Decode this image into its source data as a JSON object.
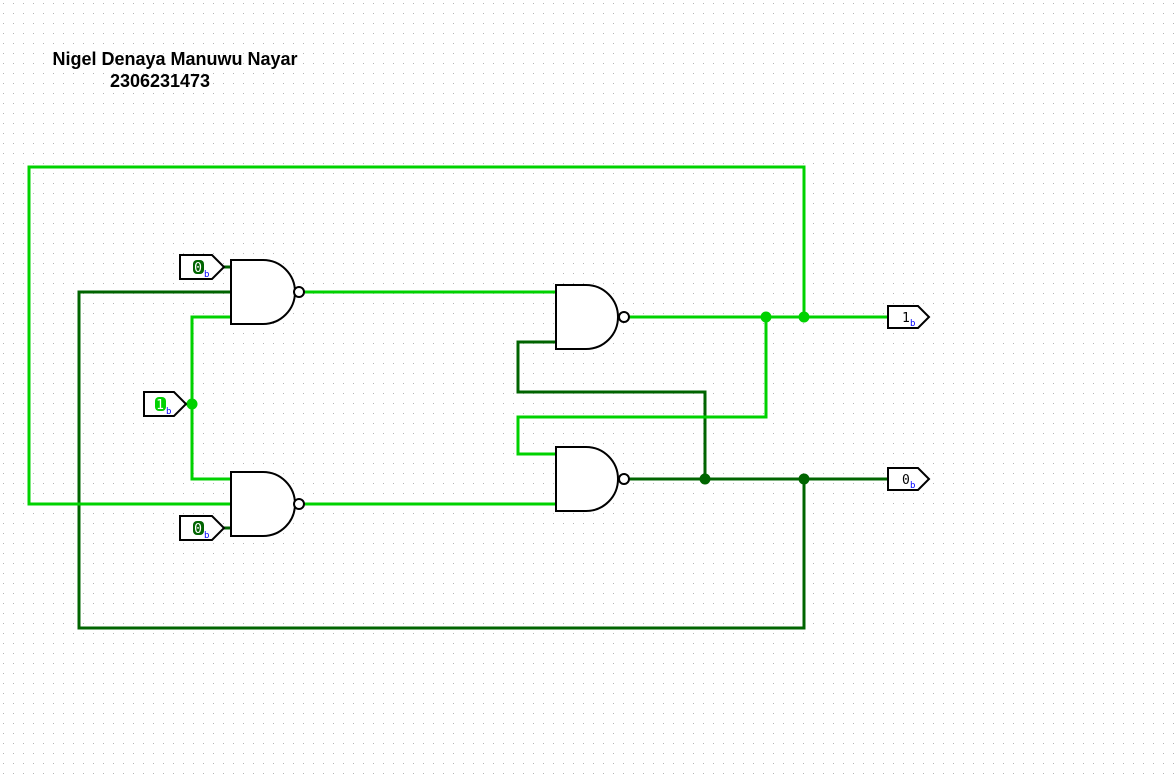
{
  "header": {
    "author": "Nigel Denaya Manuwu Nayar",
    "student_id": "2306231473"
  },
  "colors": {
    "wire_high": "#00d200",
    "wire_low": "#006400",
    "gate_stroke": "#000000",
    "grid_dot": "#b4b4b4",
    "output_value": "#000000",
    "radix_label": "#0000ff"
  },
  "circuit": {
    "inputs": [
      {
        "id": "in-top",
        "value": "0",
        "radix": "b"
      },
      {
        "id": "in-mid",
        "value": "1",
        "radix": "b"
      },
      {
        "id": "in-bottom",
        "value": "0",
        "radix": "b"
      }
    ],
    "outputs": [
      {
        "id": "out-q",
        "value": "1",
        "radix": "b"
      },
      {
        "id": "out-qbar",
        "value": "0",
        "radix": "b"
      }
    ],
    "gates": [
      {
        "id": "nand-1",
        "type": "NAND"
      },
      {
        "id": "nand-2",
        "type": "NAND"
      },
      {
        "id": "nand-3",
        "type": "NAND"
      },
      {
        "id": "nand-4",
        "type": "NAND"
      }
    ]
  }
}
